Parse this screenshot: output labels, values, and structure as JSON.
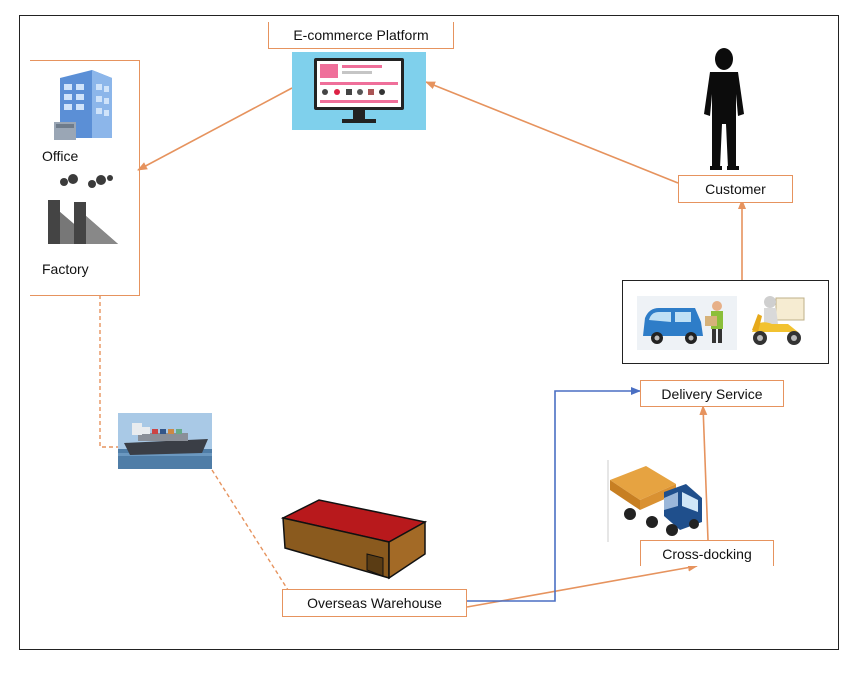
{
  "nodes": {
    "ecommerce": "E-commerce Platform",
    "office": "Office",
    "factory": "Factory",
    "customer": "Customer",
    "delivery": "Delivery Service",
    "crossdock": "Cross-docking",
    "warehouse": "Overseas Warehouse"
  },
  "colors": {
    "flow_arrow": "#e6935e",
    "blue_arrow": "#4a6fc3",
    "dashed_link": "#e6935e",
    "box_border": "#e6935e",
    "frame": "#222222"
  },
  "icons": [
    "monitor-shop-icon",
    "office-building-icon",
    "factory-icon",
    "person-silhouette-icon",
    "delivery-van-icon",
    "scooter-courier-icon",
    "cargo-ship-icon",
    "warehouse-icon",
    "truck-icon"
  ]
}
